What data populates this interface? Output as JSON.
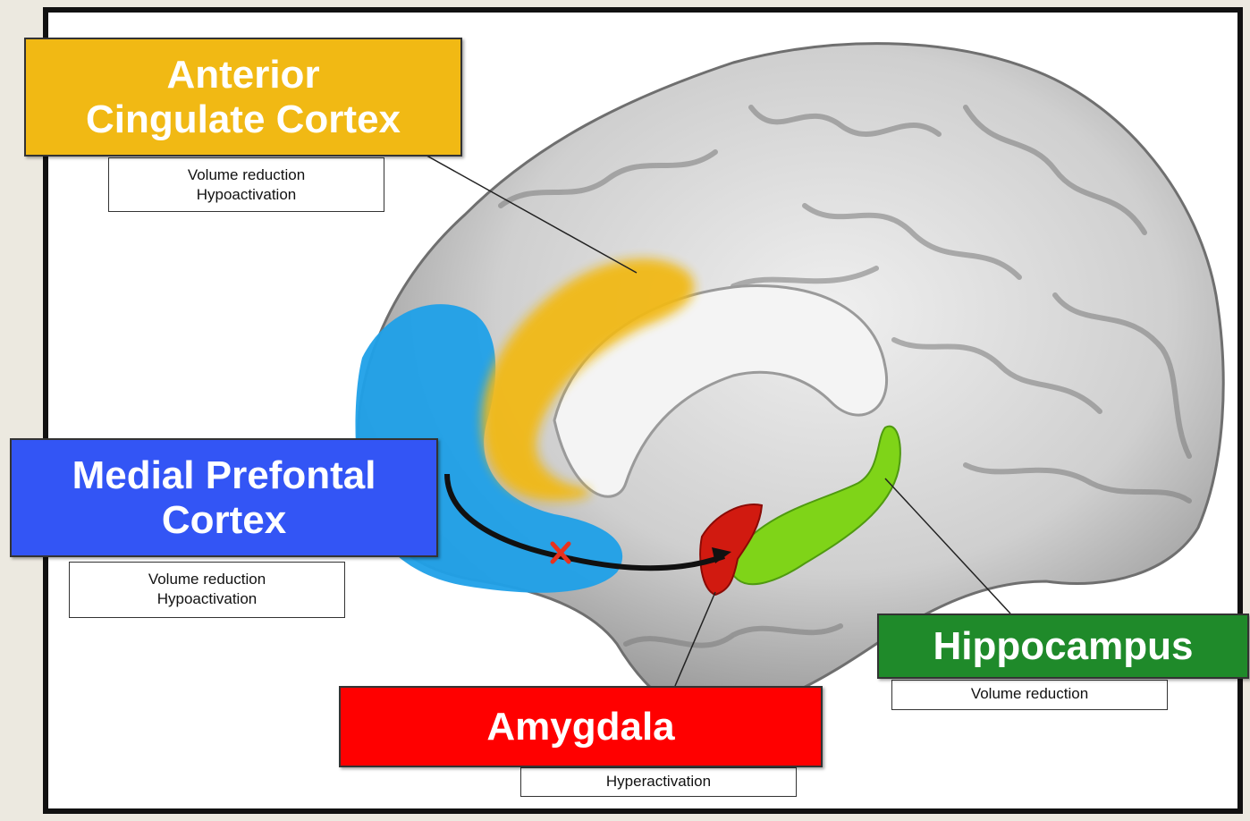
{
  "colors": {
    "acc": "#f1b914",
    "mpfc": "#3355f5",
    "amygdala": "#ff0000",
    "hippocampus": "#1f8a2a",
    "brain": "#c8c8c8"
  },
  "regions": {
    "acc": {
      "title_line1": "Anterior",
      "title_line2": "Cingulate Cortex",
      "sub_line1": "Volume reduction",
      "sub_line2": "Hypoactivation"
    },
    "mpfc": {
      "title_line1": "Medial Prefontal",
      "title_line2": "Cortex",
      "sub_line1": "Volume reduction",
      "sub_line2": "Hypoactivation"
    },
    "amygdala": {
      "title": "Amygdala",
      "sub": "Hyperactivation"
    },
    "hippocampus": {
      "title": "Hippocampus",
      "sub": "Volume reduction"
    }
  },
  "icons": {
    "connection_break": "x-mark-icon"
  }
}
